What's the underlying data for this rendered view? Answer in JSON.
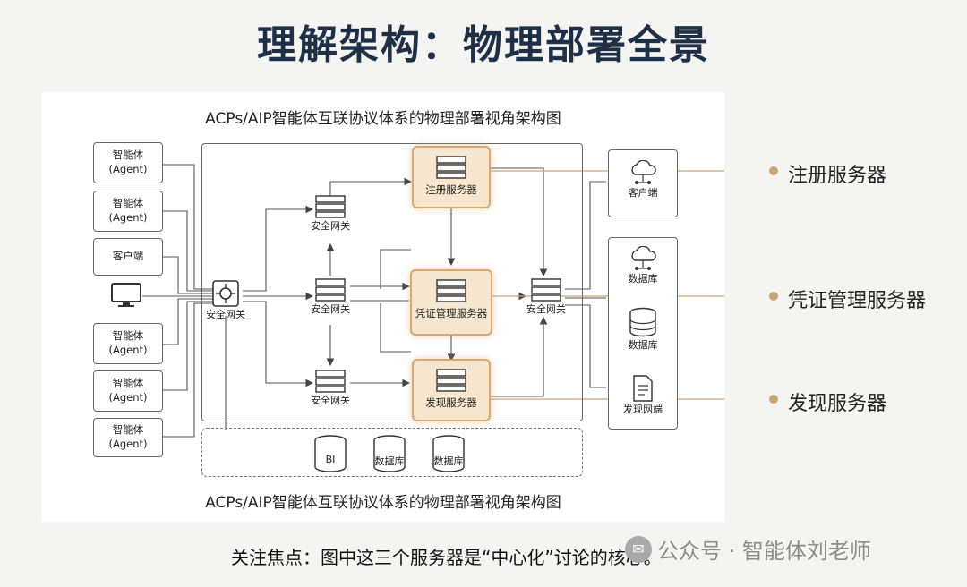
{
  "page_title": "理解架构：物理部署全景",
  "diagram": {
    "caption_top": "ACPs/AIP智能体互联协议体系的物理部署视角架构图",
    "caption_bottom": "ACPs/AIP智能体互联协议体系的物理部署视角架构图",
    "left_column": {
      "agent": "智能体\n(Agent)",
      "client": "客户端"
    },
    "gateway_label": "安全网关",
    "servers": {
      "registry": "注册服务器",
      "credential": "凭证管理服务器",
      "discovery": "发现服务器"
    },
    "databases": {
      "bi": "BI",
      "db1": "数据库",
      "db2": "数据库"
    },
    "right_column": {
      "client": "客户端",
      "database1": "数据库",
      "database2": "数据库",
      "discovery_gateway": "发现网端"
    }
  },
  "callouts": {
    "registry": "注册服务器",
    "credential": "凭证管理服务器",
    "discovery": "发现服务器"
  },
  "footer_note": "关注焦点：图中这三个服务器是“中心化”讨论的核心。",
  "watermark": {
    "text": "公众号 · 智能体刘老师",
    "icon": "wechat-icon"
  },
  "colors": {
    "title": "#1f2f46",
    "server_fill": "#f6e6cf",
    "server_border": "#d9a86c",
    "callout_line": "#c9a57a"
  }
}
